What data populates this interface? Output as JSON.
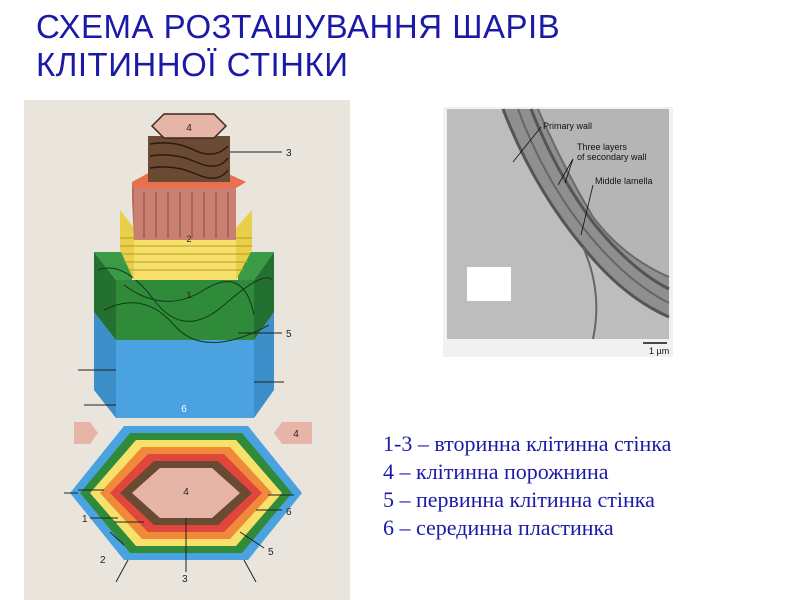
{
  "title": {
    "line1": "СХЕМА РОЗТАШУВАННЯ ШАРІВ",
    "line2": "КЛІТИННОЇ СТІНКИ"
  },
  "diagram": {
    "labels": {
      "lumen_top": "4",
      "layer3": "3",
      "layer2": "2",
      "layer1": "1",
      "layer5": "5",
      "layer6": "6",
      "lumen_right": "4",
      "lumen_center": "4",
      "bottom_1": "1",
      "bottom_2": "2",
      "bottom_3": "3",
      "bottom_5": "5",
      "bottom_6": "6"
    },
    "colors": {
      "lumen": "#e6b5a8",
      "layer3": "#6b4a33",
      "layer2_top": "#e8704f",
      "layer2_side": "#c98070",
      "layer1": "#f7e16a",
      "primary_wall": "#2f8a3a",
      "middle_lamella": "#4aa3e0",
      "bottom_red": "#e0463a",
      "bottom_orange": "#f08a3a"
    }
  },
  "micrograph": {
    "primary_wall": "Primary wall",
    "three_layers_1": "Three layers",
    "three_layers_2": "of secondary wall",
    "middle_lamella": "Middle lamella",
    "scale": "1 µm"
  },
  "legend": [
    "1-3 – вторинна клітинна стінка",
    "4 – клітинна порожнина",
    "5 – первинна клітинна стінка",
    "6 – серединна пластинка"
  ]
}
